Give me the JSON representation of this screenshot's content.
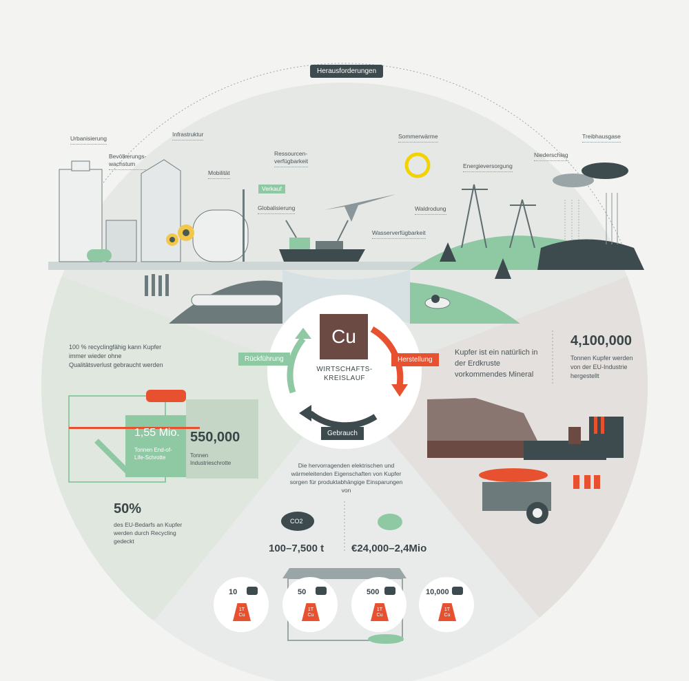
{
  "challenges": {
    "title": "Herausforderungen",
    "items": [
      "Urbanisierung",
      "Bevölkerungs-\nwachstum",
      "Infrastruktur",
      "Mobilität",
      "Verkauf",
      "Ressourcen-\nverfügbarkeit",
      "Globalisierung",
      "Sommerwärme",
      "Energieversorgung",
      "Niederschlag",
      "Treibhausgase",
      "Waldrodung",
      "Wasserverfügbarkeit"
    ]
  },
  "cycle": {
    "element": "Cu",
    "title_line1": "WIRTSCHAFTS-",
    "title_line2": "KREISLAUF",
    "steps": {
      "manufacture": "Herstellung",
      "use": "Gebrauch",
      "return": "Rückführung"
    }
  },
  "mineral": {
    "text": "Kupfer ist ein natürlich in der Erdkruste vorkommendes Mineral",
    "tonnes": "4,100,000",
    "tonnes_caption": "Tonnen Kupfer werden von der EU-Industrie hergestellt"
  },
  "recycling": {
    "text": "100 % recyclingfähig kann Kupfer immer wieder ohne Qualitätsverlust gebraucht werden",
    "eol_value": "1,55 Mio.",
    "eol_caption": "Tonnen End-of-Life-Schrotte",
    "industrial_value": "550,000",
    "industrial_caption": "Tonnen Industrieschrotte",
    "share_value": "50%",
    "share_caption": "des EU-Bedarfs an Kupfer werden durch Recycling gedeckt"
  },
  "savings": {
    "text": "Die hervorragenden elektrischen und wärmeleitenden Eigenschaften von Kupfer sorgen für produktabhängige Einsparungen von",
    "co2_label": "CO2",
    "co2_value": "100–7,500 t",
    "euro_value": "€24,000–2,4Mio"
  },
  "weights": [
    {
      "count": "10",
      "icon": "house-icon",
      "unit": "1T\nCu"
    },
    {
      "count": "50",
      "icon": "car-icon",
      "unit": "1T\nCu"
    },
    {
      "count": "500",
      "icon": "fan-icon",
      "unit": "1T\nCu"
    },
    {
      "count": "10,000",
      "icon": "laptop-icon",
      "unit": "1T\nCu"
    }
  ],
  "colors": {
    "copper": "#6a4a42",
    "orange": "#e8512f",
    "green": "#8ec9a4",
    "dark": "#3d4a4e"
  }
}
